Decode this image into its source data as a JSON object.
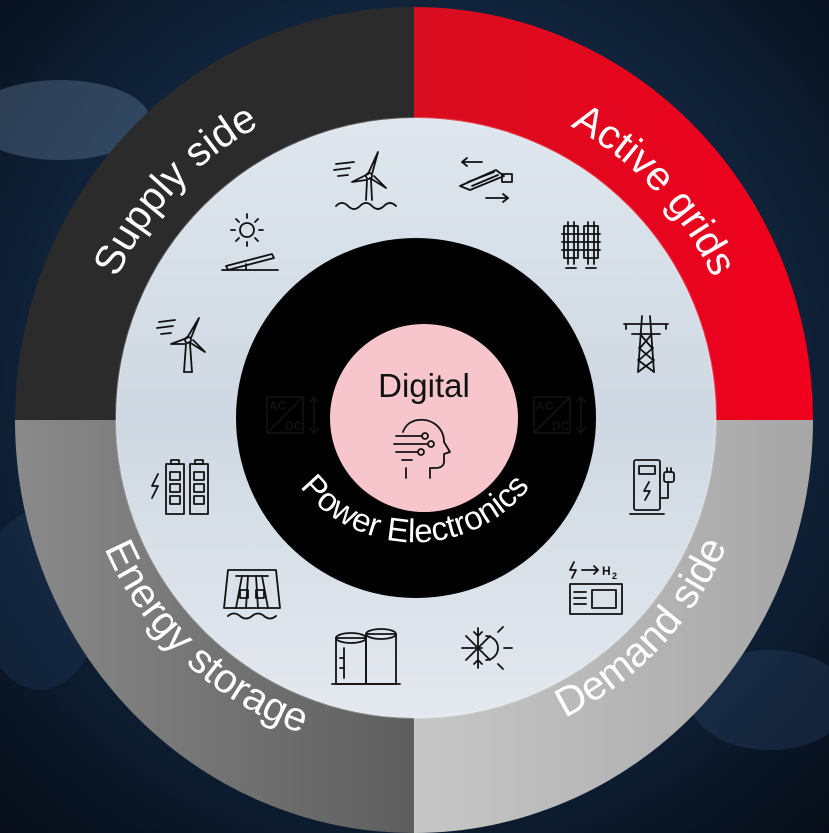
{
  "colors": {
    "supply": "#2b2b2b",
    "active": "#e5001f",
    "storage": "#6f6f6f",
    "demand": "#b3b3b3",
    "core": "#000000",
    "digital": "#f7c6cc"
  },
  "quadrants": {
    "supply": {
      "label": "Supply side"
    },
    "active": {
      "label": "Active grids"
    },
    "storage": {
      "label": "Energy storage"
    },
    "demand": {
      "label": "Demand side"
    }
  },
  "core": {
    "ring_label": "Power Electronics",
    "center_label": "Digital",
    "converter_left": {
      "ac": "AC",
      "dc": "DC"
    },
    "converter_right": {
      "ac": "AC",
      "dc": "DC"
    }
  },
  "icons": {
    "supply": [
      "wind-turbine-icon",
      "solar-panel-icon",
      "offshore-wind-icon"
    ],
    "active": [
      "hvdc-cable-icon",
      "substation-icon",
      "transmission-tower-icon"
    ],
    "demand": [
      "ev-charger-icon",
      "electrolyzer-icon",
      "heat-pump-icon"
    ],
    "storage": [
      "battery-icon",
      "pumped-hydro-icon",
      "storage-tanks-icon"
    ],
    "center": "ai-head-icon",
    "h2_text": "H",
    "h2_sub": "2"
  }
}
